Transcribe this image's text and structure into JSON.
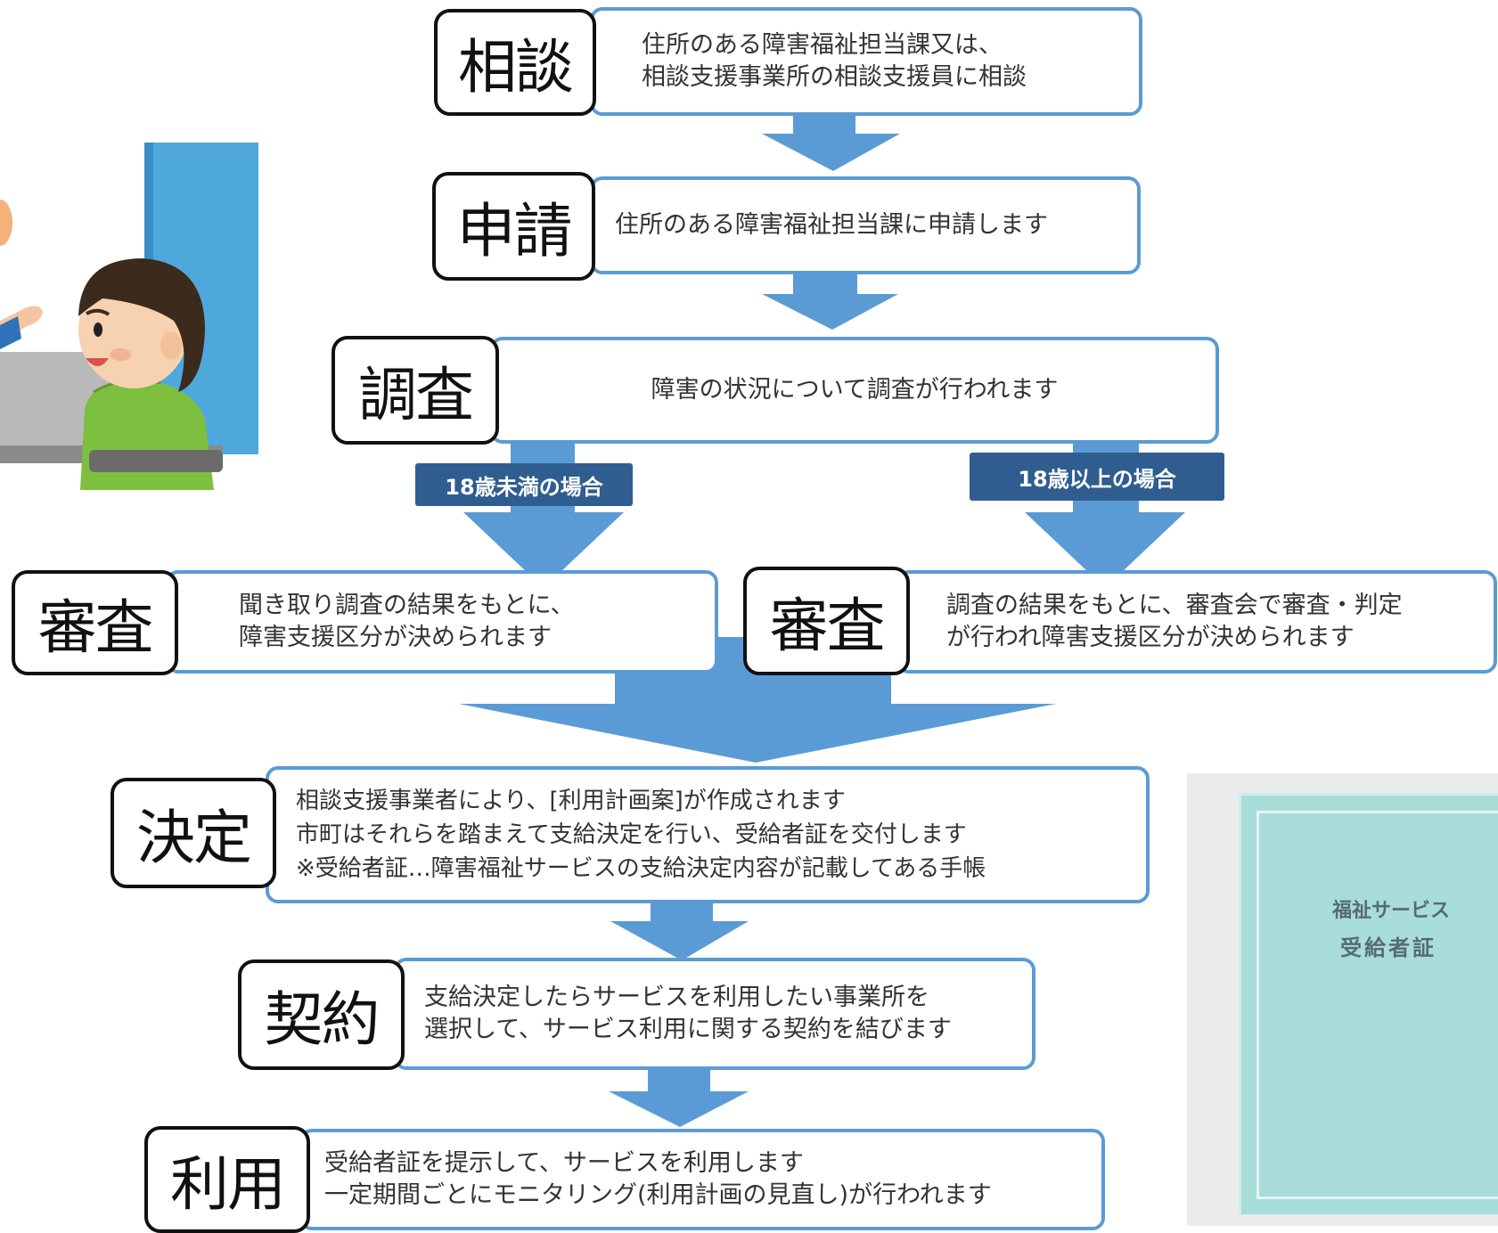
{
  "colors": {
    "arrow": "#5b9bd5",
    "box_border": "#5b9bd5",
    "label_border": "#111111",
    "tag_bg": "#2f5d8f",
    "booklet": "#a8ddd9"
  },
  "steps": {
    "soudan": {
      "label": "相談",
      "lines": [
        "住所のある障害福祉担当課又は、",
        "相談支援事業所の相談支援員に相談"
      ]
    },
    "shinsei": {
      "label": "申請",
      "lines": [
        "住所のある障害福祉担当課に申請します"
      ]
    },
    "chousa": {
      "label": "調査",
      "lines": [
        "障害の状況について調査が行われます"
      ]
    },
    "shinsa_left": {
      "label": "審査",
      "lines": [
        "聞き取り調査の結果をもとに、",
        "障害支援区分が決められます"
      ]
    },
    "shinsa_right": {
      "label": "審査",
      "lines": [
        "調査の結果をもとに、審査会で審査・判定",
        "が行われ障害支援区分が決められます"
      ]
    },
    "kettei": {
      "label": "決定",
      "lines": [
        "相談支援事業者により、[利用計画案]が作成されます",
        "市町はそれらを踏まえて支給決定を行い、受給者証を交付します",
        "※受給者証…障害福祉サービスの支給決定内容が記載してある手帳"
      ]
    },
    "keiyaku": {
      "label": "契約",
      "lines": [
        "支給決定したらサービスを利用したい事業所を",
        "選択して、サービス利用に関する契約を結びます"
      ]
    },
    "riyou": {
      "label": "利用",
      "lines": [
        "受給者証を提示して、サービスを利用します",
        "一定期間ごとにモニタリング(利用計画の見直し)が行われます"
      ]
    }
  },
  "branches": {
    "under18": "18歳未満の場合",
    "over18": "18歳以上の場合"
  },
  "booklet": {
    "line1": "福祉サービス",
    "line2": "受給者証"
  }
}
